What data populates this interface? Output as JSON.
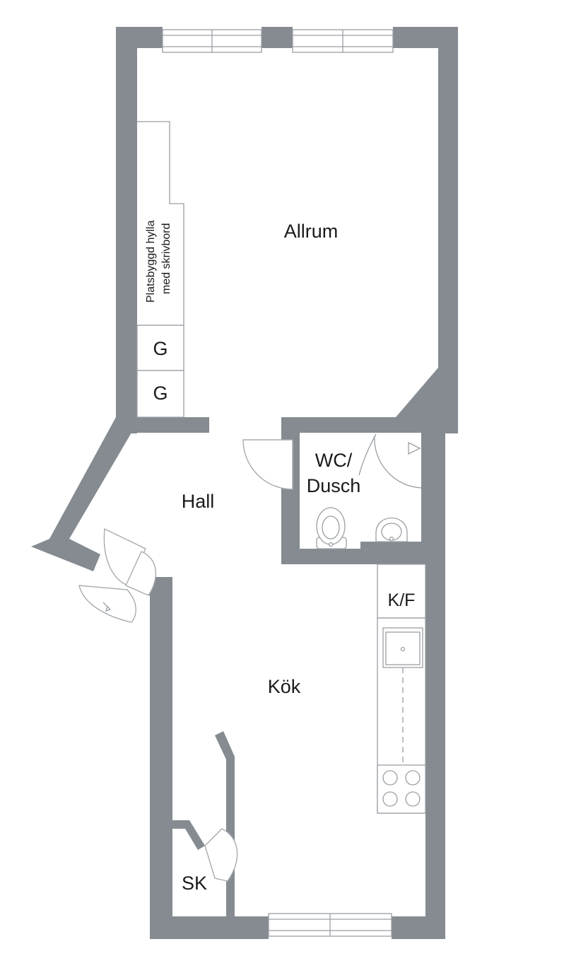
{
  "rooms": {
    "allrum": "Allrum",
    "hall": "Hall",
    "wc_line1": "WC/",
    "wc_line2": "Dusch",
    "kok": "Kök",
    "sk": "SK"
  },
  "fixtures": {
    "shelf_line1": "Platsbyggd hylla",
    "shelf_line2": "med skrivbord",
    "wardrobe_1": "G",
    "wardrobe_2": "G",
    "fridge_freezer": "K/F"
  },
  "colors": {
    "wall": "#858b90",
    "fixture_line": "#9a9fa3",
    "background": "#ffffff"
  }
}
